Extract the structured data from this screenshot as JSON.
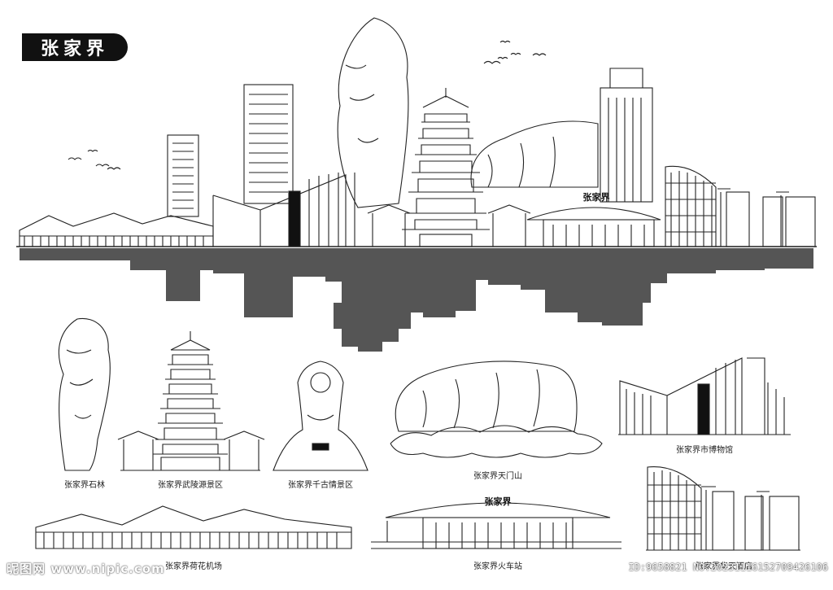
{
  "title": "张家界",
  "skyline_sign": "张家界",
  "station_sign": "张家界",
  "labels": {
    "stone_forest": "张家界石林",
    "wulingyuan": "张家界武陵源景区",
    "qiangu": "张家界千古情景区",
    "tianmen": "张家界天门山",
    "museum": "张家界市博物馆",
    "airport": "张家界荷花机场",
    "station": "张家界火车站",
    "hotel": "张家界华天酒店"
  },
  "watermark": {
    "left": "昵图网 www.nipic.com",
    "right": "ID:9658821 NO:20231116152709426106"
  },
  "colors": {
    "ink": "#111111",
    "shadow": "#555555",
    "line": "#222222"
  }
}
